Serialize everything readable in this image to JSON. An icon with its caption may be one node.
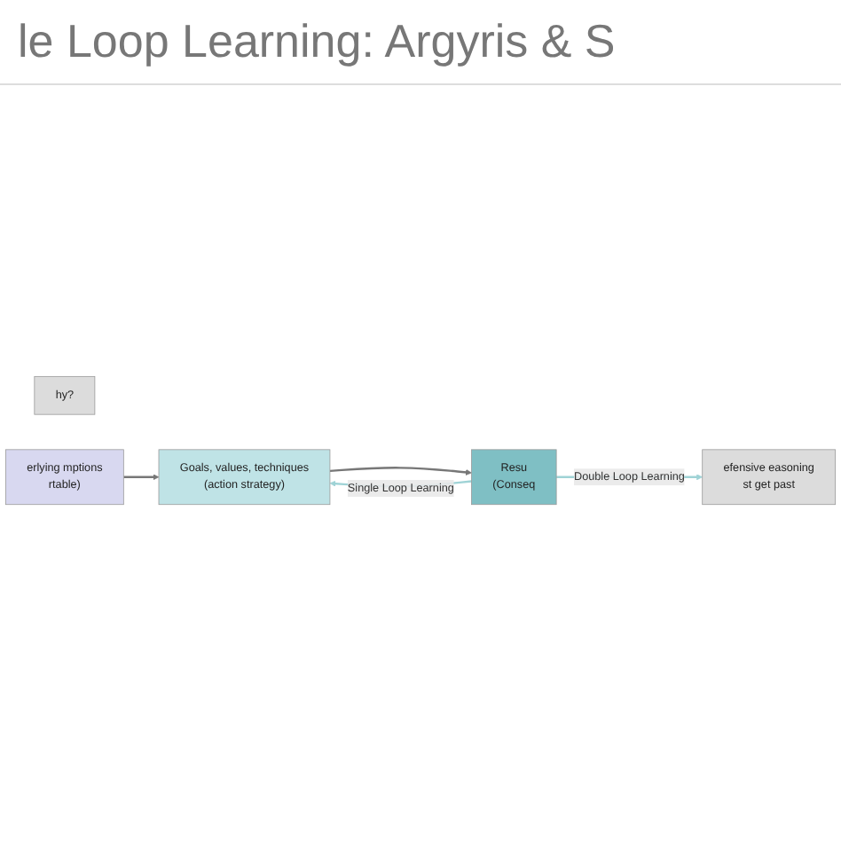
{
  "diagram": {
    "title": "le Loop Learning: Argyris & S",
    "nodes": [
      {
        "text": [
          "hy?"
        ]
      },
      {
        "text": [
          "erlying mptions",
          "rtable)"
        ]
      },
      {
        "text": [
          "Goals, values, techniques",
          "(action strategy)"
        ]
      },
      {
        "text": [
          "Resu",
          "(Conseq"
        ]
      },
      {
        "text": [
          "efensive easoning",
          "st get past"
        ]
      }
    ],
    "edges": [
      {
        "from": 1,
        "to": 2,
        "arrow": "to"
      },
      {
        "from": 2,
        "to": 3,
        "arrow": "to"
      },
      {
        "from": 3,
        "to": 2,
        "arrow": "to",
        "label": "Single Loop Learning",
        "color": "#9fd3d6"
      },
      {
        "from": 3,
        "to": 4,
        "arrow": "to",
        "label": "Double Loop Learning",
        "color": "#9fd3d6"
      }
    ]
  }
}
